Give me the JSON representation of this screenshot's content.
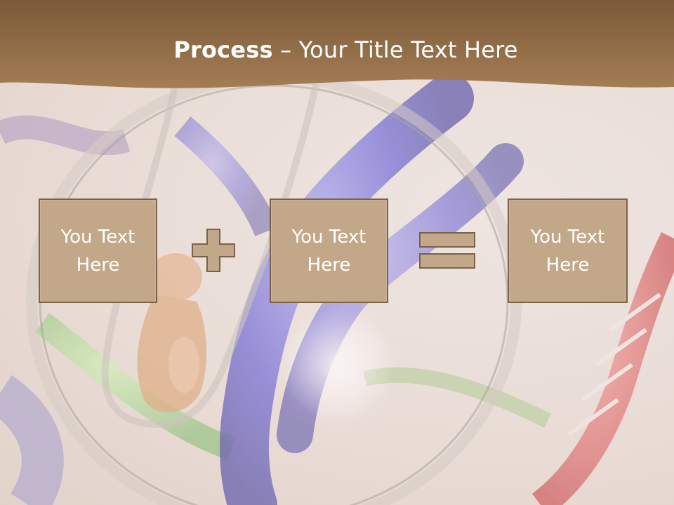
{
  "slide": {
    "title_bold": "Process",
    "title_rest": " – Your Title Text Here"
  },
  "process": {
    "boxes": [
      {
        "text": "You Text Here"
      },
      {
        "text": "You Text Here"
      },
      {
        "text": "You Text Here"
      }
    ],
    "operators": [
      "plus",
      "equals"
    ]
  },
  "colors": {
    "title_band": "#8a6843",
    "box_fill": "#c2a888",
    "box_border": "#7a6149",
    "operator_fill": "#c2a888"
  },
  "background": {
    "description_icon": "dna-helix-embryo-photo"
  }
}
